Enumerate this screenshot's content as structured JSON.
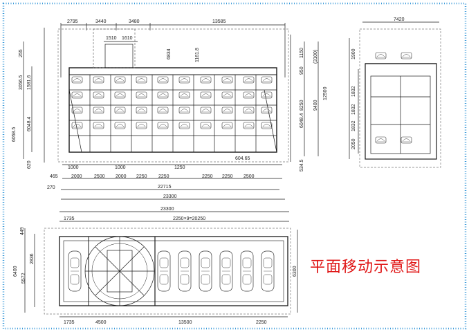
{
  "caption": "平面移动示意图",
  "colors": {
    "frame": "#3a9ad9",
    "caption": "#e01818",
    "line": "#1a1a1a",
    "hatch": "#8a8a8a"
  },
  "elevation_view": {
    "top_dims": [
      "2795",
      "3440",
      "3480",
      "13585"
    ],
    "top_sub_dims": [
      "1510",
      "1610"
    ],
    "inner_dims": [
      "6834",
      "1161.8"
    ],
    "left_dims": [
      "255",
      "3056.5",
      "1581.6",
      "6048.4",
      "6058.5",
      "620"
    ],
    "right_dims": [
      "1150",
      "(3100)",
      "950",
      "8250",
      "6048.4",
      "9400",
      "12500",
      "534.5"
    ],
    "bottom_row1": [
      "465",
      "2000",
      "2500",
      "2000",
      "2250",
      "2250",
      "2250",
      "2250",
      "2500"
    ],
    "bottom_extra": [
      "1000",
      "1000",
      "1250",
      "604.65"
    ],
    "overall": [
      "270",
      "22715",
      "23300"
    ]
  },
  "section_view": {
    "top_dim": "7420",
    "left_dims": [
      "1900",
      "1832",
      "1832",
      "1832",
      "2050"
    ]
  },
  "plan_view": {
    "top_dims": [
      "23300",
      "1735",
      "2250×9=20250"
    ],
    "left_dims": [
      "449",
      "2836",
      "6400",
      "5572"
    ],
    "right_dim": "6300",
    "bottom_dims": [
      "1735",
      "4500",
      "13500",
      "2250"
    ]
  }
}
